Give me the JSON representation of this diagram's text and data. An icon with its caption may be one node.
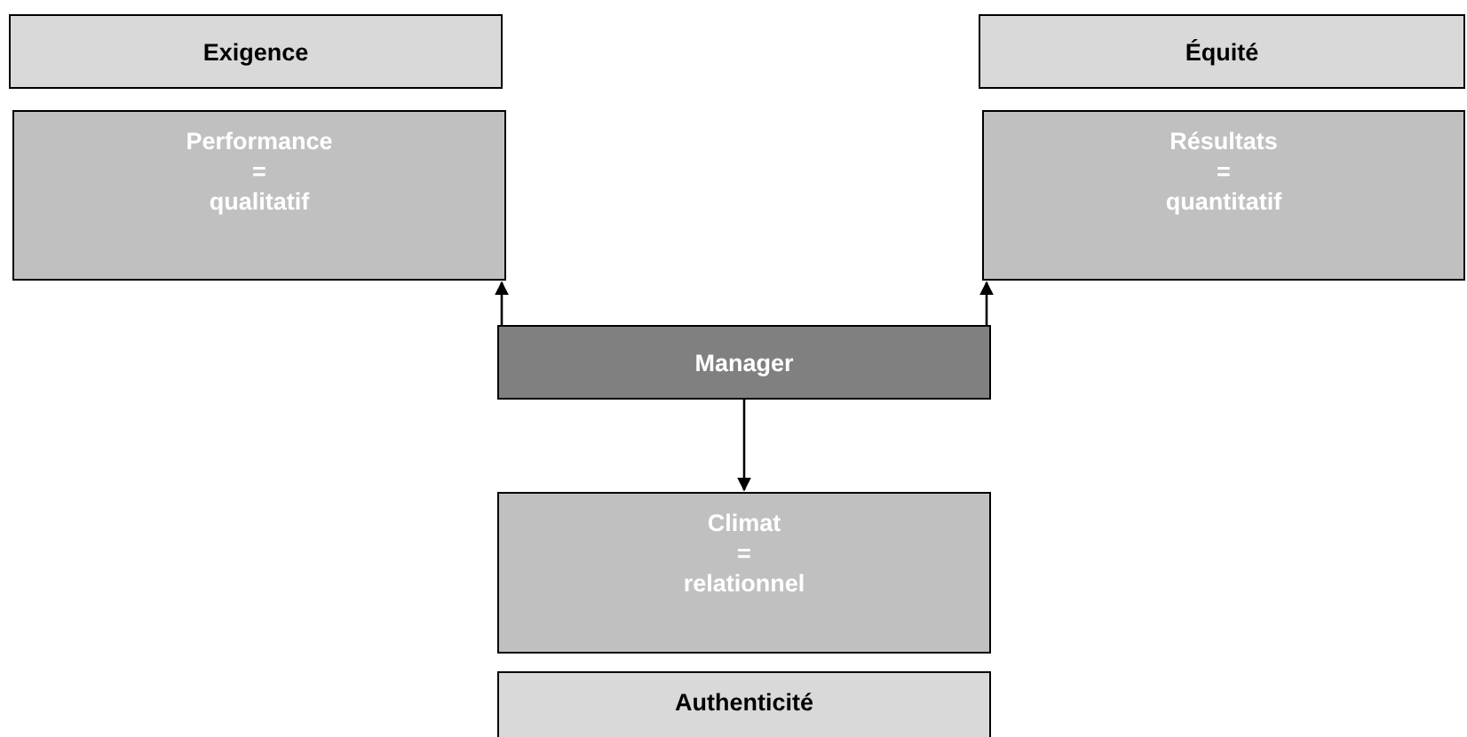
{
  "diagram": {
    "nodes": [
      {
        "text": [
          "Exigence"
        ]
      },
      {
        "text": [
          "Équité"
        ]
      },
      {
        "text": [
          "Performance = qualitatif"
        ]
      },
      {
        "text": [
          "Résultats = quantitatif"
        ]
      },
      {
        "text": [
          "Manager"
        ]
      },
      {
        "text": [
          "Climat = relationnel"
        ]
      },
      {
        "text": [
          "Authenticité"
        ]
      }
    ],
    "edges": [
      {
        "from": 4,
        "to": 2,
        "arrow": "to"
      },
      {
        "from": 4,
        "to": 3,
        "arrow": "to"
      },
      {
        "from": 4,
        "to": 5,
        "arrow": "to"
      }
    ]
  }
}
